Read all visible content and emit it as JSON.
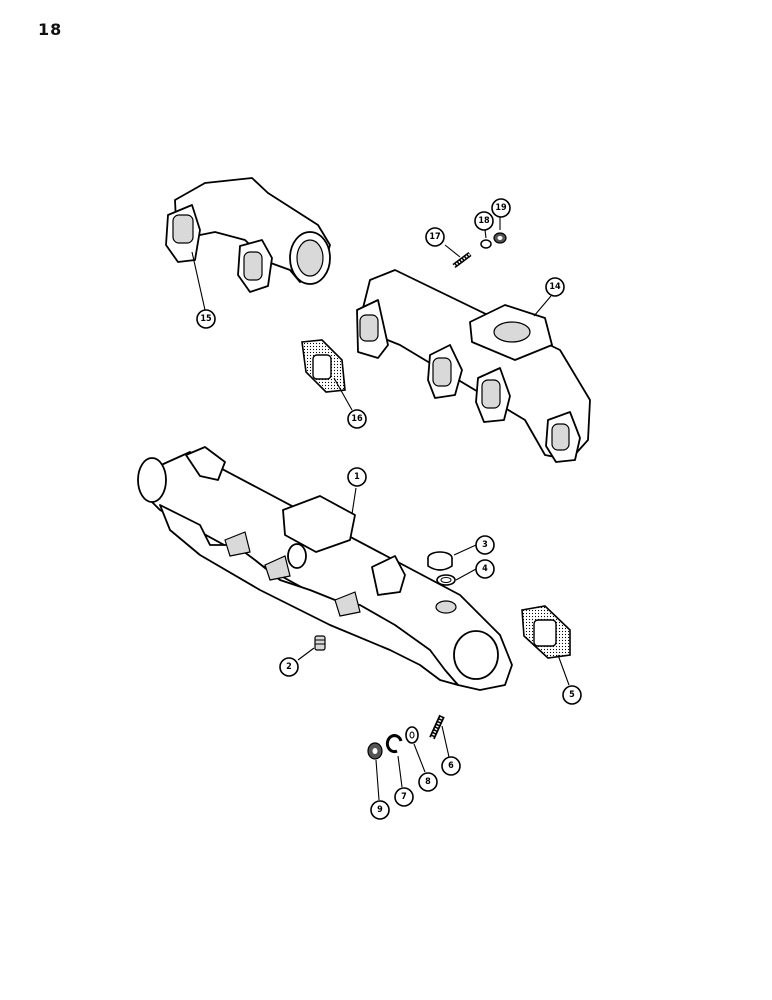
{
  "page": {
    "number": "18"
  },
  "callouts": [
    {
      "id": "c1",
      "label": "1"
    },
    {
      "id": "c2",
      "label": "2"
    },
    {
      "id": "c3",
      "label": "3"
    },
    {
      "id": "c4",
      "label": "4"
    },
    {
      "id": "c5",
      "label": "5"
    },
    {
      "id": "c6",
      "label": "6"
    },
    {
      "id": "c7",
      "label": "7"
    },
    {
      "id": "c8",
      "label": "8"
    },
    {
      "id": "c9",
      "label": "9"
    },
    {
      "id": "c14",
      "label": "14"
    },
    {
      "id": "c15",
      "label": "15"
    },
    {
      "id": "c16",
      "label": "16"
    },
    {
      "id": "c17",
      "label": "17"
    },
    {
      "id": "c18",
      "label": "18"
    },
    {
      "id": "c19",
      "label": "19"
    }
  ]
}
